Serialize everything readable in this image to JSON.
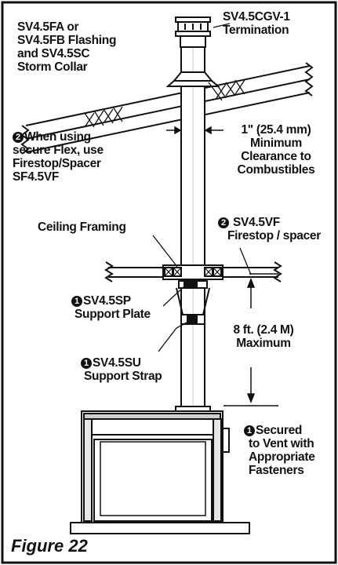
{
  "figure_label": "Figure 22",
  "labels": {
    "flashing": {
      "lines": [
        "SV4.5FA or",
        "SV4.5FB Flashing",
        "and SV4.5SC",
        "Storm Collar"
      ]
    },
    "termination": {
      "lines": [
        "SV4.5CGV-1",
        "Termination"
      ]
    },
    "flex_firestop": {
      "marker": "2",
      "lines": [
        "When using",
        "secure Flex, use",
        "Firestop/Spacer",
        "SF4.5VF"
      ]
    },
    "clearance": {
      "lines": [
        "1\" (25.4 mm)",
        "Minimum",
        "Clearance to",
        "Combustibles"
      ]
    },
    "ceiling_framing": {
      "lines": [
        "Ceiling Framing"
      ]
    },
    "firestop_spacer": {
      "marker": "2",
      "lines": [
        "SV4.5VF",
        "Firestop / spacer"
      ]
    },
    "support_plate": {
      "marker": "1",
      "lines": [
        "SV4.5SP",
        "Support Plate"
      ]
    },
    "max_distance": {
      "lines": [
        "8 ft. (2.4 M)",
        "Maximum"
      ]
    },
    "support_strap": {
      "marker": "1",
      "lines": [
        "SV4.5SU",
        "Support Strap"
      ]
    },
    "secured": {
      "marker": "1",
      "lines": [
        "Secured",
        "to Vent with",
        "Appropriate",
        "Fasteners"
      ]
    }
  }
}
